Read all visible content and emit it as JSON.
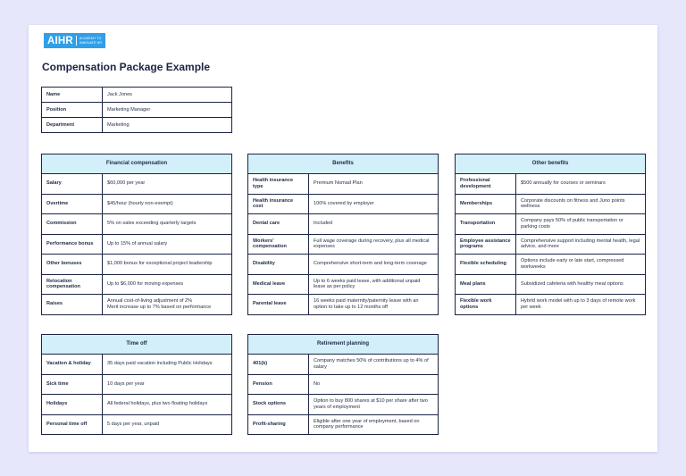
{
  "logo": {
    "mark": "AIHR",
    "tag_line1": "ACADEMY TO",
    "tag_line2": "INNOVATE HR"
  },
  "title": "Compensation Package Example",
  "employee": [
    {
      "k": "Name",
      "v": "Jack Jones"
    },
    {
      "k": "Position",
      "v": "Marketing Manager"
    },
    {
      "k": "Department",
      "v": "Marketing"
    }
  ],
  "financial": {
    "title": "Financial compensation",
    "rows": [
      {
        "k": "Salary",
        "v": "$60,000 per year"
      },
      {
        "k": "Overtime",
        "v": "$45/hour (hourly non-exempt)"
      },
      {
        "k": "Commission",
        "v": "5% on sales exceeding quarterly targets"
      },
      {
        "k": "Performance bonus",
        "v": "Up to 15% of annual salary"
      },
      {
        "k": "Other bonuses",
        "v": "$1,000 bonus for exceptional project leadership"
      },
      {
        "k": "Relocation compensation",
        "v": "Up to $6,000 for moving expenses"
      },
      {
        "k": "Raises",
        "v": "Annual cost-of-living adjustment of 2%\nMerit increase up to 7% based on performance"
      }
    ]
  },
  "benefits": {
    "title": "Benefits",
    "rows": [
      {
        "k": "Health insurance type",
        "v": "Premium Nomad Plan"
      },
      {
        "k": "Health insurance cost",
        "v": "100% covered by employer"
      },
      {
        "k": "Dental care",
        "v": "Included"
      },
      {
        "k": "Workers' compensation",
        "v": "Full wage coverage during recovery, plus all medical expenses"
      },
      {
        "k": "Disability",
        "v": "Comprehensive short-term and long-term coverage"
      },
      {
        "k": "Medical leave",
        "v": "Up to 6 weeks paid leave, with additional unpaid leave as per policy"
      },
      {
        "k": "Parental leave",
        "v": "16 weeks paid maternity/paternity leave with an option to take up to 12 months off"
      }
    ]
  },
  "other": {
    "title": "Other benefits",
    "rows": [
      {
        "k": "Professional development",
        "v": "$500 annually for courses or seminars"
      },
      {
        "k": "Memberships",
        "v": "Corporate discounts on fitness and Juno points wellness"
      },
      {
        "k": "Transportation",
        "v": "Company pays 50% of public transportation or parking costs"
      },
      {
        "k": "Employee assistance programs",
        "v": "Comprehensive support including mental health, legal advice, and more"
      },
      {
        "k": "Flexible scheduling",
        "v": "Options include early or late start, compressed workweeks"
      },
      {
        "k": "Meal plans",
        "v": "Subsidized cafeteria with healthy meal options"
      },
      {
        "k": "Flexible work options",
        "v": "Hybrid work model with up to 3 days of remote work per week"
      }
    ]
  },
  "timeoff": {
    "title": "Time off",
    "rows": [
      {
        "k": "Vacation & holiday",
        "v": "35 days paid vacation including Public Holidays"
      },
      {
        "k": "Sick time",
        "v": "10 days per year"
      },
      {
        "k": "Holidays",
        "v": "All federal holidays, plus two floating holidays"
      },
      {
        "k": "Personal time off",
        "v": "5 days per year, unpaid"
      }
    ]
  },
  "retirement": {
    "title": "Retirement planning",
    "rows": [
      {
        "k": "401(k)",
        "v": "Company matches 50% of contributions up to 4% of salary"
      },
      {
        "k": "Pension",
        "v": "No"
      },
      {
        "k": "Stock options",
        "v": "Option to buy 800 shares at $10 per share after two years of employment"
      },
      {
        "k": "Profit-sharing",
        "v": "Eligible after one year of employment, based on company performance"
      }
    ]
  }
}
